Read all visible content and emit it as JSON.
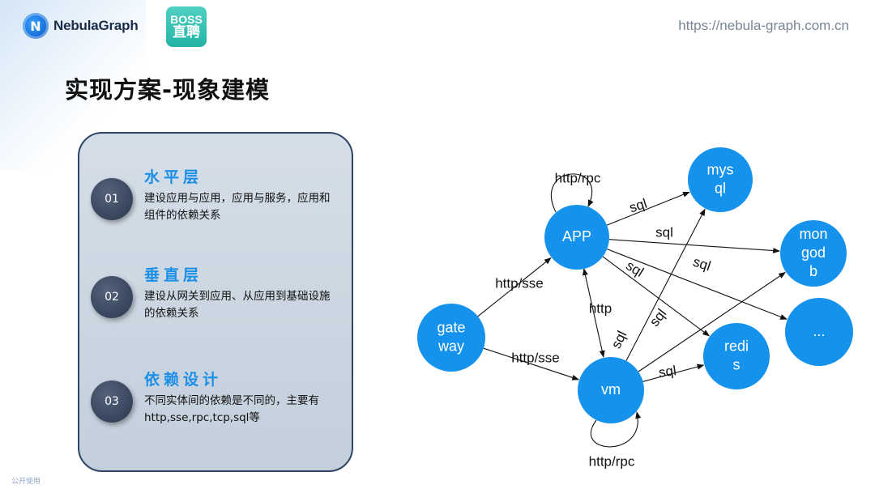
{
  "header": {
    "brand_name": "NebulaGraph",
    "brand_mark": "N",
    "partner_line1": "BOSS",
    "partner_line2": "直聘",
    "url": "https://nebula-graph.com.cn"
  },
  "title": "实现方案-现象建模",
  "panel": {
    "items": [
      {
        "num": "01",
        "title": "水平层",
        "desc": "建设应用与应用，应用与服务，应用和组件的依赖关系"
      },
      {
        "num": "02",
        "title": "垂直层",
        "desc": "建设从网关到应用、从应用到基础设施的依赖关系"
      },
      {
        "num": "03",
        "title": "依赖设计",
        "desc": "不同实体间的依赖是不同的，主要有http,sse,rpc,tcp,sql等"
      }
    ]
  },
  "footer": {
    "note": "公开使用"
  },
  "diagram": {
    "nodes": [
      {
        "id": "gateway",
        "label": [
          "gate",
          "way"
        ]
      },
      {
        "id": "app",
        "label": [
          "APP"
        ]
      },
      {
        "id": "vm",
        "label": [
          "vm"
        ]
      },
      {
        "id": "mysql",
        "label": [
          "mys",
          "ql"
        ]
      },
      {
        "id": "mongodb",
        "label": [
          "mon",
          "god",
          "b"
        ]
      },
      {
        "id": "redis",
        "label": [
          "redi",
          "s"
        ]
      },
      {
        "id": "more",
        "label": [
          "..."
        ]
      }
    ],
    "edges": [
      {
        "from": "gateway",
        "to": "app",
        "label": "http/sse"
      },
      {
        "from": "gateway",
        "to": "vm",
        "label": "http/sse"
      },
      {
        "from": "app",
        "to": "vm",
        "label": "http",
        "bidirectional": true
      },
      {
        "from": "app",
        "to": "mysql",
        "label": "sql"
      },
      {
        "from": "app",
        "to": "mongodb",
        "label": "sql"
      },
      {
        "from": "app",
        "to": "more",
        "label": "sql"
      },
      {
        "from": "app",
        "to": "redis",
        "label": "sql"
      },
      {
        "from": "vm",
        "to": "mysql",
        "label": "sql"
      },
      {
        "from": "vm",
        "to": "mongodb",
        "label": "sql"
      },
      {
        "from": "vm",
        "to": "redis",
        "label": "sql"
      },
      {
        "from": "app",
        "to": "app",
        "label": "http/rpc",
        "self": true
      },
      {
        "from": "vm",
        "to": "vm",
        "label": "http/rpc",
        "self": true
      }
    ]
  }
}
